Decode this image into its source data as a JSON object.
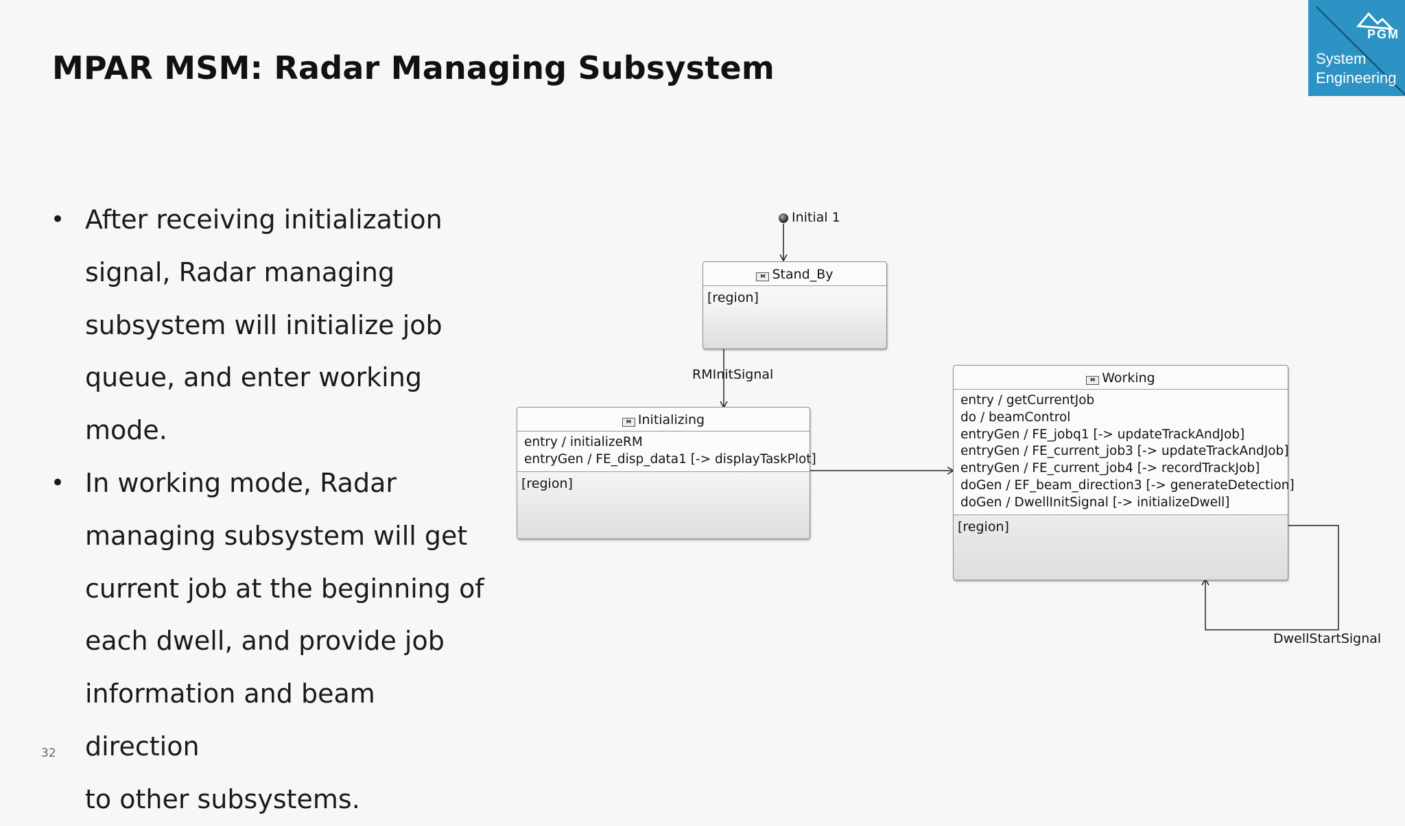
{
  "slide": {
    "title": "MPAR MSM: Radar Managing Subsystem",
    "page_number": "32"
  },
  "logo": {
    "mark": "PGM",
    "line1": "System",
    "line2": "Engineering",
    "color": "#2c93c4"
  },
  "bullets": [
    "After receiving initialization signal, Radar managing subsystem will initialize job queue, and enter working mode.",
    "In working mode, Radar managing subsystem will get current job at the beginning of each dwell, and provide job information and beam direction to other subsystems."
  ],
  "bullet_lines": [
    [
      "After receiving initialization",
      "signal, Radar managing",
      "subsystem will initialize job",
      "queue, and enter working mode."
    ],
    [
      "In working mode, Radar",
      "managing subsystem will get",
      "current job at the beginning of",
      "each dwell, and provide job",
      "information and beam direction",
      "to other subsystems."
    ]
  ],
  "diagram": {
    "initial_label": "Initial 1",
    "state_icon": "state-machine-icon",
    "states": {
      "stand_by": {
        "name": "Stand_By",
        "region": "[region]",
        "actions": []
      },
      "initializing": {
        "name": "Initializing",
        "region": "[region]",
        "actions": [
          "entry / initializeRM",
          "entryGen / FE_disp_data1 [-> displayTaskPlot]"
        ]
      },
      "working": {
        "name": "Working",
        "region": "[region]",
        "actions": [
          "entry / getCurrentJob",
          "do / beamControl",
          "entryGen / FE_jobq1 [-> updateTrackAndJob]",
          "entryGen / FE_current_job3 [-> updateTrackAndJob]",
          "entryGen / FE_current_job4 [-> recordTrackJob]",
          "doGen / EF_beam_direction3 [-> generateDetection]",
          "doGen / DwellInitSignal [-> initializeDwell]"
        ]
      }
    },
    "transitions": {
      "rm_init": "RMInitSignal",
      "dwell_start": "DwellStartSignal"
    }
  }
}
